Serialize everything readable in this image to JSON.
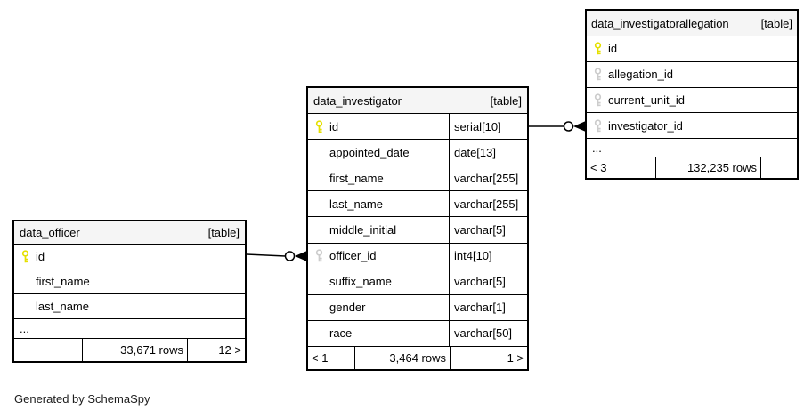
{
  "generated_note": "Generated by SchemaSpy",
  "colors": {
    "primary_key": "#e5e000",
    "foreign_key": "#cccccc",
    "header_bg": "#f5f5f5",
    "border": "#000000",
    "background": "#ffffff"
  },
  "tables": [
    {
      "id": "data_officer",
      "name": "data_officer",
      "tag": "[table]",
      "columns": [
        {
          "name": "id",
          "type": null,
          "key": "pk"
        },
        {
          "name": "first_name",
          "type": null,
          "key": null
        },
        {
          "name": "last_name",
          "type": null,
          "key": null
        }
      ],
      "ellipsis": "...",
      "footer": {
        "left": "",
        "rows": "33,671 rows",
        "right": "12 >"
      }
    },
    {
      "id": "data_investigator",
      "name": "data_investigator",
      "tag": "[table]",
      "columns": [
        {
          "name": "id",
          "type": "serial[10]",
          "key": "pk"
        },
        {
          "name": "appointed_date",
          "type": "date[13]",
          "key": null
        },
        {
          "name": "first_name",
          "type": "varchar[255]",
          "key": null
        },
        {
          "name": "last_name",
          "type": "varchar[255]",
          "key": null
        },
        {
          "name": "middle_initial",
          "type": "varchar[5]",
          "key": null
        },
        {
          "name": "officer_id",
          "type": "int4[10]",
          "key": "fk"
        },
        {
          "name": "suffix_name",
          "type": "varchar[5]",
          "key": null
        },
        {
          "name": "gender",
          "type": "varchar[1]",
          "key": null
        },
        {
          "name": "race",
          "type": "varchar[50]",
          "key": null
        }
      ],
      "ellipsis": null,
      "footer": {
        "left": "< 1",
        "rows": "3,464 rows",
        "right": "1 >"
      }
    },
    {
      "id": "data_investigatorallegation",
      "name": "data_investigatorallegation",
      "tag": "[table]",
      "columns": [
        {
          "name": "id",
          "type": null,
          "key": "pk"
        },
        {
          "name": "allegation_id",
          "type": null,
          "key": "fk"
        },
        {
          "name": "current_unit_id",
          "type": null,
          "key": "fk"
        },
        {
          "name": "investigator_id",
          "type": null,
          "key": "fk"
        }
      ],
      "ellipsis": "...",
      "footer": {
        "left": "< 3",
        "rows": "132,235 rows",
        "right": ""
      }
    }
  ],
  "relationships": [
    {
      "from": "data_officer.id",
      "to": "data_investigator.officer_id"
    },
    {
      "from": "data_investigator.id",
      "to": "data_investigatorallegation.investigator_id"
    }
  ]
}
